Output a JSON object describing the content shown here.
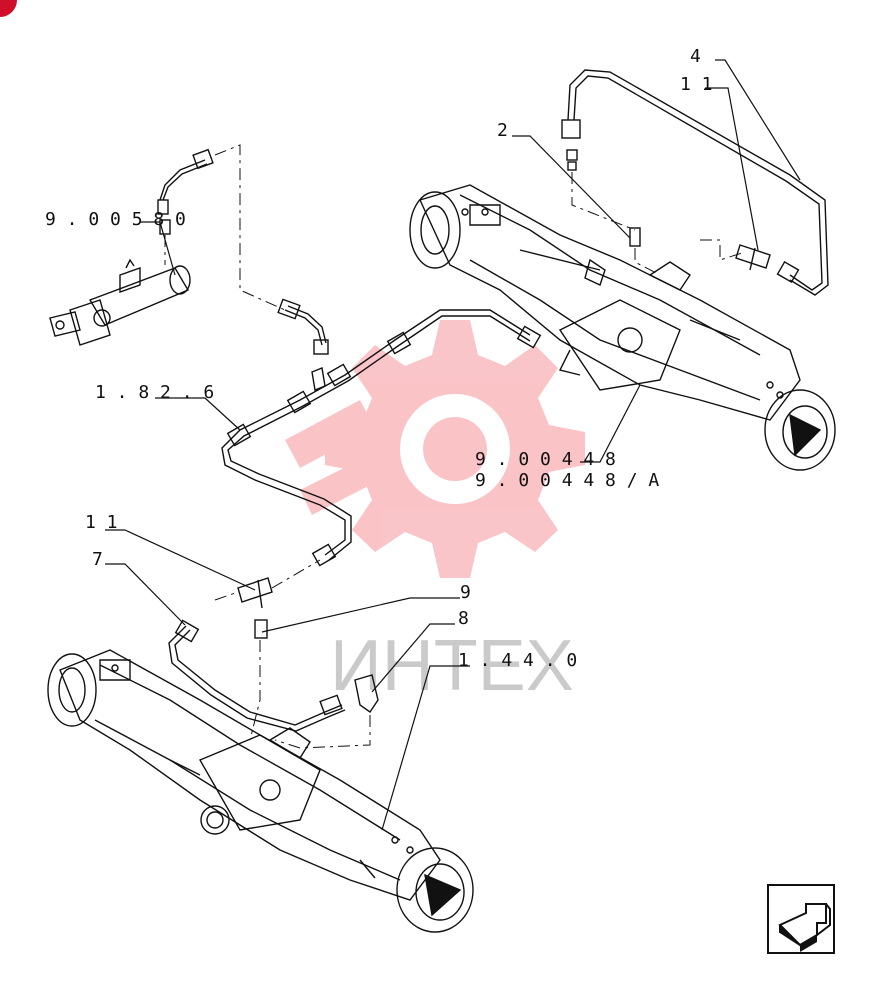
{
  "watermark": {
    "text": "ИНТЕХ",
    "gear_color": "#f04a55"
  },
  "labels": {
    "callout_4": "4",
    "callout_11_top": "1 1",
    "callout_2": "2",
    "ref_900580": "9 . 0 0 5 8 0",
    "ref_1826": "1 . 8 2 . 6",
    "ref_900448": "9 . 0 0 4 4 8",
    "ref_900448a": "9 . 0 0 4 4 8 / A",
    "callout_11_bottom": "1 1",
    "callout_7": "7",
    "callout_9": "9",
    "callout_8": "8",
    "ref_1440": "1 . 4 4 . 0"
  },
  "icons": {
    "next_page": "next-arrow-icon",
    "corner_badge": "red-corner-badge-icon"
  },
  "colors": {
    "line": "#111111",
    "badge": "#d0102a"
  }
}
